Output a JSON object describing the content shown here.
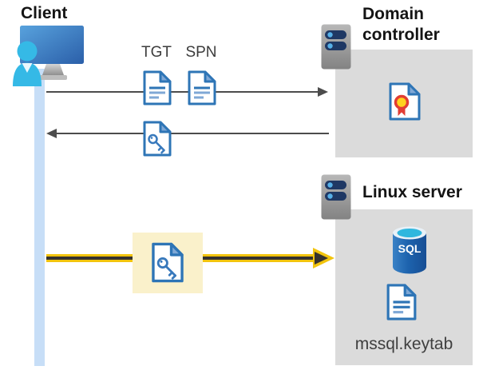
{
  "client": {
    "label": "Client"
  },
  "labels": {
    "tgt": "TGT",
    "spn": "SPN"
  },
  "domain_controller": {
    "title": "Domain controller"
  },
  "linux_server": {
    "title": "Linux server",
    "sql_badge": "SQL",
    "keytab": "mssql.keytab"
  },
  "flows": [
    {
      "name": "ticket-request",
      "from": "client",
      "to": "domain-controller",
      "direction": "right",
      "documents": [
        "TGT",
        "SPN"
      ],
      "highlighted": false
    },
    {
      "name": "ticket-response",
      "from": "domain-controller",
      "to": "client",
      "direction": "left",
      "documents": [
        "key-ticket"
      ],
      "highlighted": false
    },
    {
      "name": "sql-connection",
      "from": "client",
      "to": "linux-server",
      "direction": "right",
      "documents": [
        "key-ticket"
      ],
      "highlighted": true
    }
  ],
  "icons": {
    "client": "monitor-user-icon",
    "document": "document-icon",
    "key_document": "key-document-icon",
    "certificate": "certificate-icon",
    "server": "server-icon",
    "sql_database": "sql-database-icon"
  },
  "colors": {
    "highlight_yellow": "#F2C40D",
    "highlight_box_bg": "#FAF1CB",
    "timeline_blue": "#C7DEF7",
    "panel_gray": "#DBDBDB",
    "doc_blue": "#2E75B6",
    "doc_light_blue": "#7FA8D6",
    "arrow_gray": "#4C4C4C",
    "server_navy": "#1F3864",
    "sql_cyan": "#2FB7DE",
    "seal_yellow": "#FFD21E",
    "seal_red": "#E23D33"
  }
}
